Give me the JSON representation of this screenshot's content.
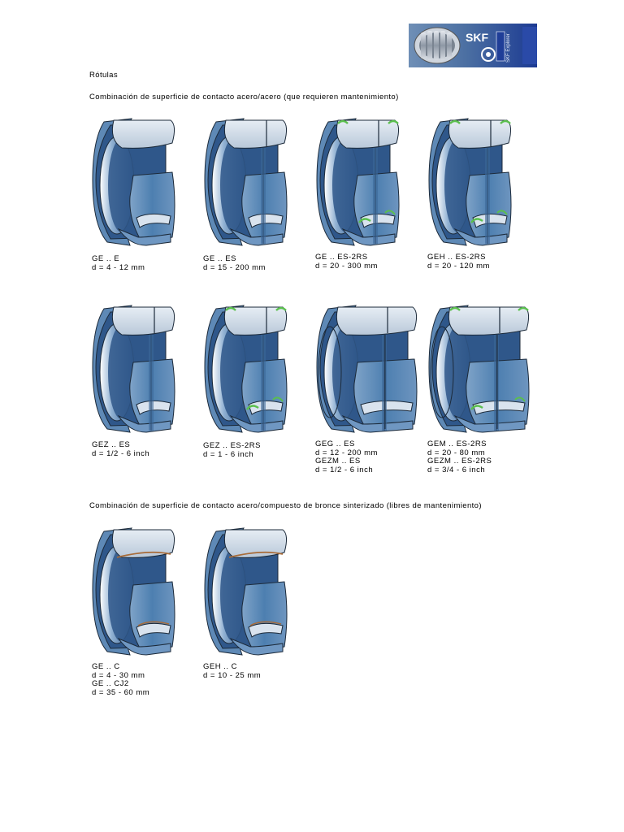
{
  "logo": {
    "brand": "SKF",
    "label": "SKF Explorer"
  },
  "title": "Rótulas",
  "section1": "Combinación de superficie de contacto acero/acero (que requieren mantenimiento)",
  "section2": "Combinación de superficie de contacto acero/compuesto de bronce sinterizado (libres de mantenimiento)",
  "items": [
    {
      "lines": [
        "GE .. E",
        "d = 4 - 12 mm"
      ]
    },
    {
      "lines": [
        "GE .. ES",
        "d = 15 - 200 mm"
      ]
    },
    {
      "lines": [
        "GE .. ES-2RS",
        "d = 20 - 300 mm"
      ]
    },
    {
      "lines": [
        "GEH .. ES-2RS",
        "d = 20 - 120 mm"
      ]
    },
    {
      "lines": [
        "GEZ .. ES",
        "d = 1/2 - 6 inch"
      ]
    },
    {
      "lines": [
        "GEZ .. ES-2RS",
        "d = 1 - 6 inch"
      ]
    },
    {
      "lines": [
        "GEG .. ES",
        "d = 12 - 200 mm",
        "GEZM .. ES",
        "d = 1/2 - 6 inch"
      ]
    },
    {
      "lines": [
        "GEM .. ES-2RS",
        "d = 20 - 80 mm",
        "GEZM .. ES-2RS",
        "d = 3/4 - 6 inch"
      ]
    },
    {
      "lines": [
        "GE .. C",
        "d = 4 - 30 mm",
        "GE .. CJ2",
        "d = 35 - 60 mm"
      ]
    },
    {
      "lines": [
        "GEH .. C",
        "d = 10 - 25 mm"
      ]
    }
  ],
  "colors": {
    "blue": "#4d7fb0",
    "dark_blue": "#2f578a",
    "light": "#c9d6e4",
    "seal": "#5bbf4e",
    "bronze": "#a86b38",
    "logo_blue": "#1f3e98"
  }
}
